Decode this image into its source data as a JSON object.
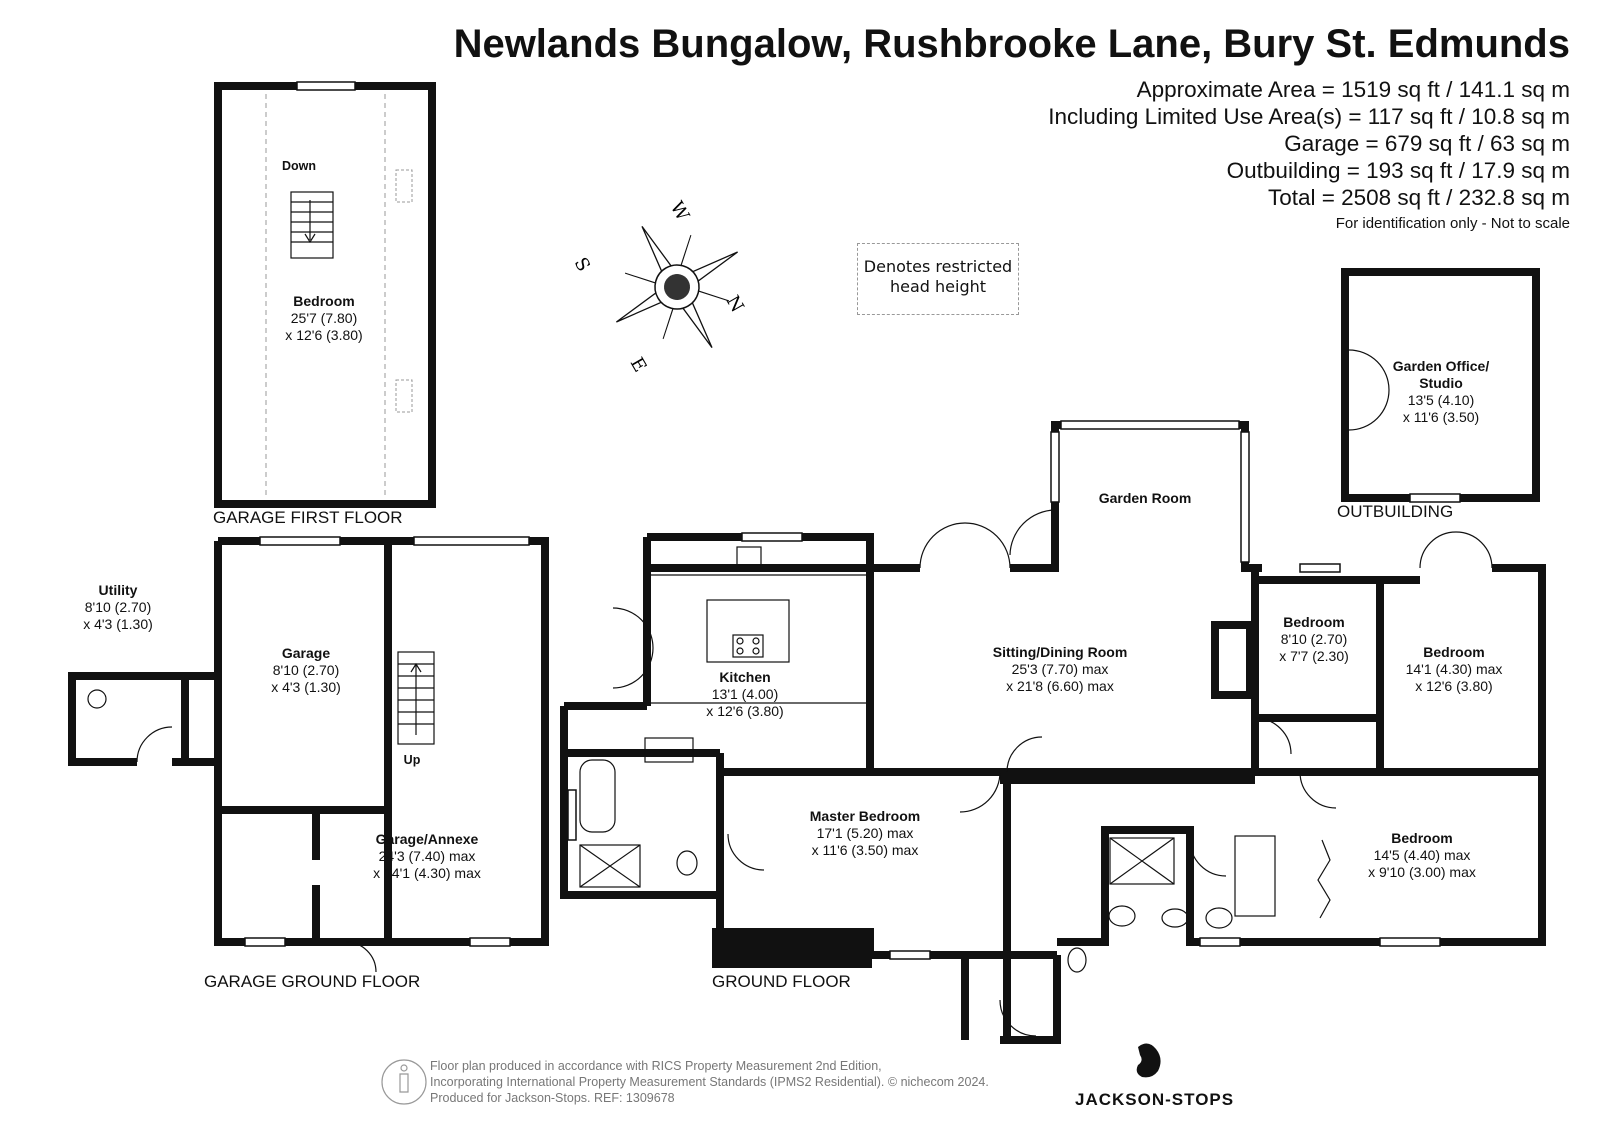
{
  "header": {
    "title": "Newlands Bungalow, Rushbrooke Lane, Bury St. Edmunds",
    "areas": [
      "Approximate Area = 1519 sq ft / 141.1 sq m",
      "Including Limited Use Area(s) = 117 sq ft / 10.8 sq m",
      "Garage = 679 sq ft / 63 sq m",
      "Outbuilding = 193 sq ft / 17.9 sq m",
      "Total = 2508 sq ft / 232.8 sq m"
    ],
    "disclaimer": "For identification only - Not to scale"
  },
  "legend": {
    "line1": "Denotes restricted",
    "line2": "head height"
  },
  "compass": {
    "n": "N",
    "s": "S",
    "e": "E",
    "w": "W"
  },
  "floors": {
    "garage_first": "GARAGE FIRST FLOOR",
    "garage_ground": "GARAGE GROUND FLOOR",
    "ground": "GROUND FLOOR",
    "outbuilding": "OUTBUILDING"
  },
  "labels": {
    "down": "Down",
    "up": "Up"
  },
  "rooms": {
    "gf_bedroom": {
      "name": "Bedroom",
      "d1": "25'7 (7.80)",
      "d2": "x 12'6 (3.80)"
    },
    "utility": {
      "name": "Utility",
      "d1": "8'10 (2.70)",
      "d2": "x 4'3 (1.30)"
    },
    "garage": {
      "name": "Garage",
      "d1": "8'10 (2.70)",
      "d2": "x 4'3 (1.30)"
    },
    "annexe": {
      "name": "Garage/Annexe",
      "d1": "24'3 (7.40) max",
      "d2": "x 14'1 (4.30) max"
    },
    "kitchen": {
      "name": "Kitchen",
      "d1": "13'1 (4.00)",
      "d2": "x 12'6 (3.80)"
    },
    "sitting": {
      "name": "Sitting/Dining Room",
      "d1": "25'3 (7.70) max",
      "d2": "x 21'8 (6.60) max"
    },
    "garden_room": {
      "name": "Garden Room"
    },
    "garden_office": {
      "name1": "Garden Office/",
      "name2": "Studio",
      "d1": "13'5 (4.10)",
      "d2": "x 11'6 (3.50)"
    },
    "bedroom_small": {
      "name": "Bedroom",
      "d1": "8'10 (2.70)",
      "d2": "x 7'7 (2.30)"
    },
    "bedroom_right": {
      "name": "Bedroom",
      "d1": "14'1 (4.30) max",
      "d2": "x 12'6 (3.80)"
    },
    "master": {
      "name": "Master Bedroom",
      "d1": "17'1 (5.20) max",
      "d2": "x 11'6 (3.50) max"
    },
    "bedroom_se": {
      "name": "Bedroom",
      "d1": "14'5 (4.40) max",
      "d2": "x 9'10 (3.00) max"
    }
  },
  "footer": {
    "line1": "Floor plan produced in accordance with RICS Property Measurement 2nd Edition,",
    "line2": "Incorporating International Property Measurement Standards (IPMS2 Residential).",
    "copyright": "© nichecom 2024.",
    "line3": "Produced for Jackson-Stops.",
    "ref": "REF:  1309678",
    "brand": "JACKSON-STOPS"
  },
  "colors": {
    "wall": "#111111",
    "dashed": "#999999",
    "footer_text": "#777777"
  }
}
